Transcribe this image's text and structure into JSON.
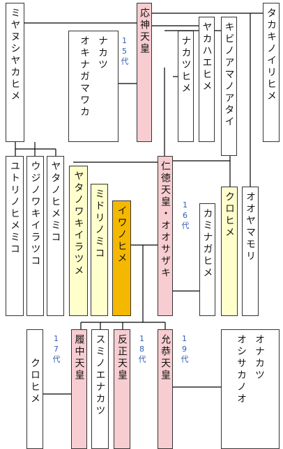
{
  "colors": {
    "emperor": "#f8cdd1",
    "consort": "#ffffcc",
    "highlight": "#f5b800",
    "plain": "#ffffff",
    "generation_text": "#2f5fb3",
    "line": "#000000"
  },
  "people": {
    "miyanushiyakahime": "ミヤヌシヤカヒメ",
    "ojin": "応神天皇",
    "okinagamawaka": [
      "オキナガマワカ",
      "ナカツ"
    ],
    "nakatsuhime": "ナカツヒメ",
    "yakahaehime": "ヤカハエヒメ",
    "kibinoamanoatai": "キビノアマノアタイ",
    "takakinoiirihime": "タカキノイリヒメ",
    "yutorinohimemiko": "ユトリノヒメミコ",
    "ujinowakiiratsuko": "ウジノワキイラツコ",
    "yatanohimemiko": "ヤタノヒメミコ",
    "yatanowakiiratsume": "ヤタノワキイラツメ",
    "midorinomiko": "ミドリノミコ",
    "iwanohime": "イワノヒメ",
    "nintoku": "仁徳天皇・オオサザキ",
    "kaminagahime": "カミナガヒメ",
    "kurohime_upper": "クロヒメ",
    "ooyamamori": "オオヤマモリ",
    "kurohime_lower": "クロヒメ",
    "richu": "履中天皇",
    "suminoenakatsu": "スミノエナカツ",
    "hanzei": "反正天皇",
    "ingyo": "允恭天皇",
    "oshisakanoonakatsu": [
      "オシサカノオ",
      "オナカツ"
    ]
  },
  "generations": {
    "g15": "15代",
    "g16": "16代",
    "g17": "17代",
    "g18": "18代",
    "g19": "19代"
  }
}
